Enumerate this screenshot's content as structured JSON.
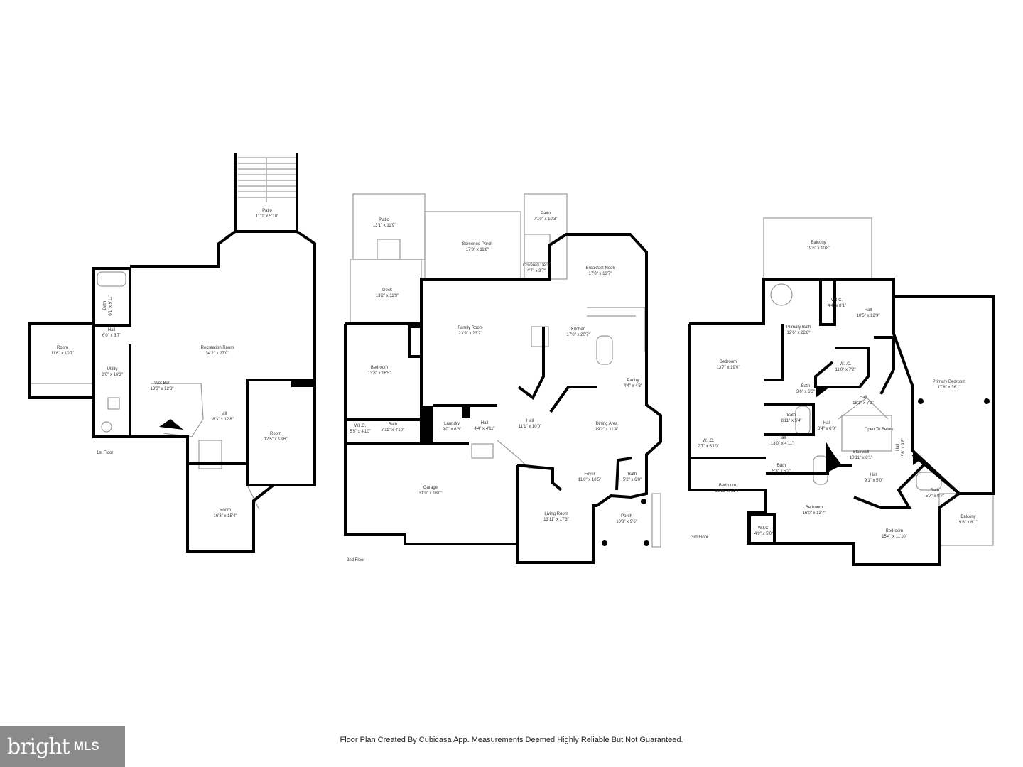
{
  "floors": [
    {
      "label": "1st Floor",
      "rooms": [
        {
          "name": "Patio",
          "dims": "11'0\" x 5'10\""
        },
        {
          "name": "Recreation Room",
          "dims": "34'2\" x 27'0\""
        },
        {
          "name": "Bath",
          "dims": "6'1\" x 9'11\""
        },
        {
          "name": "Hall",
          "dims": "6'0\" x 3'7\""
        },
        {
          "name": "Room",
          "dims": "11'6\" x 10'7\""
        },
        {
          "name": "Utility",
          "dims": "6'0\" x 16'3\""
        },
        {
          "name": "Wet Bar",
          "dims": "13'3\" x 12'8\""
        },
        {
          "name": "Hall",
          "dims": "8'3\" x 12'8\""
        },
        {
          "name": "Room",
          "dims": "12'5\" x 18'6\""
        },
        {
          "name": "Room",
          "dims": "16'3\" x 15'4\""
        }
      ]
    },
    {
      "label": "2nd Floor",
      "rooms": [
        {
          "name": "Patio",
          "dims": "13'1\" x 11'9\""
        },
        {
          "name": "Screened Porch",
          "dims": "17'8\" x 11'8\""
        },
        {
          "name": "Patio",
          "dims": "7'10\" x 10'3\""
        },
        {
          "name": "Covered Deck",
          "dims": "4'7\" x 3'7\""
        },
        {
          "name": "Breakfast Nook",
          "dims": "17'8\" x 13'7\""
        },
        {
          "name": "Deck",
          "dims": "13'2\" x 11'9\""
        },
        {
          "name": "Family Room",
          "dims": "23'9\" x 23'2\""
        },
        {
          "name": "Kitchen",
          "dims": "17'8\" x 20'7\""
        },
        {
          "name": "Bedroom",
          "dims": "13'8\" x 16'5\""
        },
        {
          "name": "Pantry",
          "dims": "4'4\" x 4'3\""
        },
        {
          "name": "Hall",
          "dims": "11'1\" x 10'0\""
        },
        {
          "name": "W.I.C.",
          "dims": "5'5\" x 4'10\""
        },
        {
          "name": "Bath",
          "dims": "7'11\" x 4'10\""
        },
        {
          "name": "Laundry",
          "dims": "9'0\" x 6'6\""
        },
        {
          "name": "Hall",
          "dims": "4'4\" x 4'11\""
        },
        {
          "name": "Dining Area",
          "dims": "19'2\" x 11'4\""
        },
        {
          "name": "Foyer",
          "dims": "11'6\" x 10'5\""
        },
        {
          "name": "Bath",
          "dims": "5'2\" x 6'0\""
        },
        {
          "name": "Garage",
          "dims": "31'9\" x 18'0\""
        },
        {
          "name": "Living Room",
          "dims": "13'11\" x 17'3\""
        },
        {
          "name": "Porch",
          "dims": "10'8\" x 9'6\""
        }
      ]
    },
    {
      "label": "3rd Floor",
      "rooms": [
        {
          "name": "Balcony",
          "dims": "19'6\" x 10'8\""
        },
        {
          "name": "W.I.C.",
          "dims": "4'4\" x 8'1\""
        },
        {
          "name": "Hall",
          "dims": "10'5\" x 12'3\""
        },
        {
          "name": "Primary Bath",
          "dims": "12'6\" x 22'8\""
        },
        {
          "name": "Bedroom",
          "dims": "13'7\" x 19'0\""
        },
        {
          "name": "W.I.C.",
          "dims": "11'0\" x 7'2\""
        },
        {
          "name": "Primary Bedroom",
          "dims": "17'8\" x 36'1\""
        },
        {
          "name": "Bath",
          "dims": "3'6\" x 6'3\""
        },
        {
          "name": "Hall",
          "dims": "18'1\" x 7'1\""
        },
        {
          "name": "Bath",
          "dims": "8'11\" x 5'4\""
        },
        {
          "name": "Hall",
          "dims": "3'4\" x 6'8\""
        },
        {
          "name": "Open To Below",
          "dims": ""
        },
        {
          "name": "Hall",
          "dims": "13'0\" x 4'11\""
        },
        {
          "name": "W.I.C.",
          "dims": "7'7\" x 6'10\""
        },
        {
          "name": "Stairwell",
          "dims": "10'11\" x 8'1\""
        },
        {
          "name": "Hall",
          "dims": "3'6\" x 9'8\""
        },
        {
          "name": "Bath",
          "dims": "5'3\" x 5'2\""
        },
        {
          "name": "Hall",
          "dims": "9'1\" x 5'0\""
        },
        {
          "name": "Bath",
          "dims": "5'7\" x 9'7\""
        },
        {
          "name": "Bedroom",
          "dims": "13'11\" x 11'4\""
        },
        {
          "name": "Bedroom",
          "dims": "16'0\" x 13'7\""
        },
        {
          "name": "Balcony",
          "dims": "9'6\" x 8'1\""
        },
        {
          "name": "W.I.C.",
          "dims": "4'9\" x 5'0\""
        },
        {
          "name": "Bedroom",
          "dims": "15'4\" x 11'10\""
        }
      ]
    }
  ],
  "footer": "Floor Plan Created By Cubicasa App. Measurements Deemed Highly Reliable But Not Guaranteed.",
  "logo": {
    "brand": "bright",
    "suffix": "MLS"
  },
  "colors": {
    "wall": "#000000",
    "thin_wall": "#9a9a9a",
    "text": "#333333",
    "logo_bg": "#8a8a8a"
  }
}
